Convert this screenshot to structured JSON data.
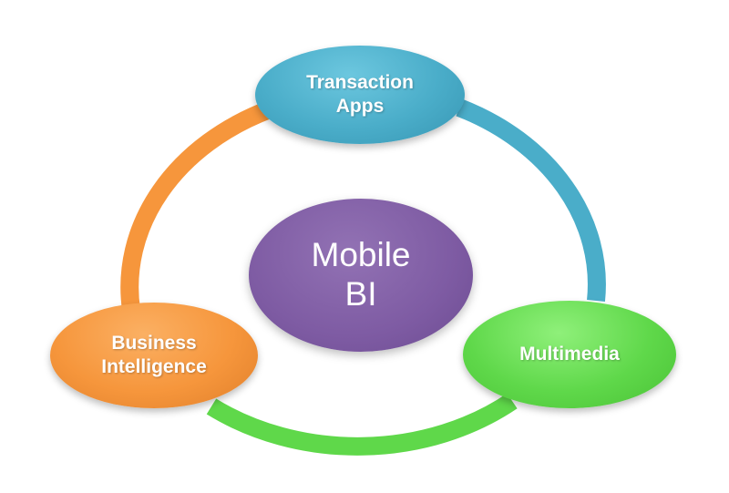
{
  "diagram": {
    "center": {
      "label": "Mobile\nBI",
      "color": "#7e5ba3"
    },
    "nodes": [
      {
        "id": "transaction-apps",
        "label": "Transaction\nApps",
        "color": "#4aadc9"
      },
      {
        "id": "business-intelligence",
        "label": "Business\nIntelligence",
        "color": "#f6963c"
      },
      {
        "id": "multimedia",
        "label": "Multimedia",
        "color": "#5fd84a"
      }
    ],
    "connectors": [
      {
        "from": "business-intelligence",
        "to": "transaction-apps",
        "color": "#f6963c"
      },
      {
        "from": "transaction-apps",
        "to": "multimedia",
        "color": "#4aadc9"
      },
      {
        "from": "multimedia",
        "to": "business-intelligence",
        "color": "#5fd84a"
      }
    ]
  }
}
